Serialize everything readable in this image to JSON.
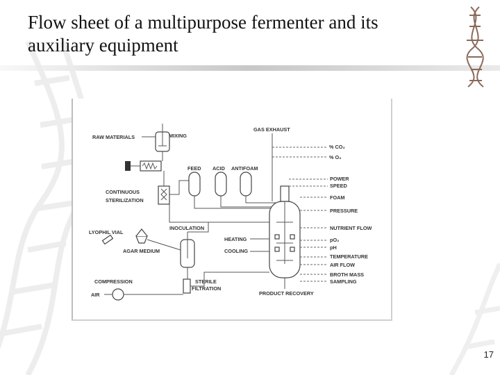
{
  "slide": {
    "title_line1": "Flow sheet of a multipurpose fermenter and its",
    "title_line2": "auxiliary equipment",
    "page_number": "17"
  },
  "diagram": {
    "labels": {
      "raw_materials": "RAW MATERIALS",
      "mixing": "MIXING",
      "gas_exhaust": "GAS EXHAUST",
      "co2": "% CO₂",
      "o2": "% O₂",
      "feed": "FEED",
      "acid": "ACID",
      "antifoam": "ANTIFOAM",
      "continuous": "CONTINUOUS",
      "sterilization": "STERILIZATION",
      "power": "POWER",
      "speed": "SPEED",
      "foam": "FOAM",
      "pressure": "PRESSURE",
      "lyophil_vial": "LYOPHIL VIAL",
      "inoculation": "INOCULATION",
      "nutrient_flow": "NUTRIENT FLOW",
      "heating": "HEATING",
      "po2": "pO₂",
      "ph": "pH",
      "agar_medium": "AGAR MEDIUM",
      "cooling": "COOLING",
      "temperature": "TEMPERATURE",
      "air_flow": "AIR FLOW",
      "broth_mass": "BROTH MASS",
      "sampling": "SAMPLING",
      "compression": "COMPRESSION",
      "air": "AIR",
      "sterile": "STERILE",
      "filtration": "FILTRATION",
      "product_recovery": "PRODUCT RECOVERY"
    }
  }
}
